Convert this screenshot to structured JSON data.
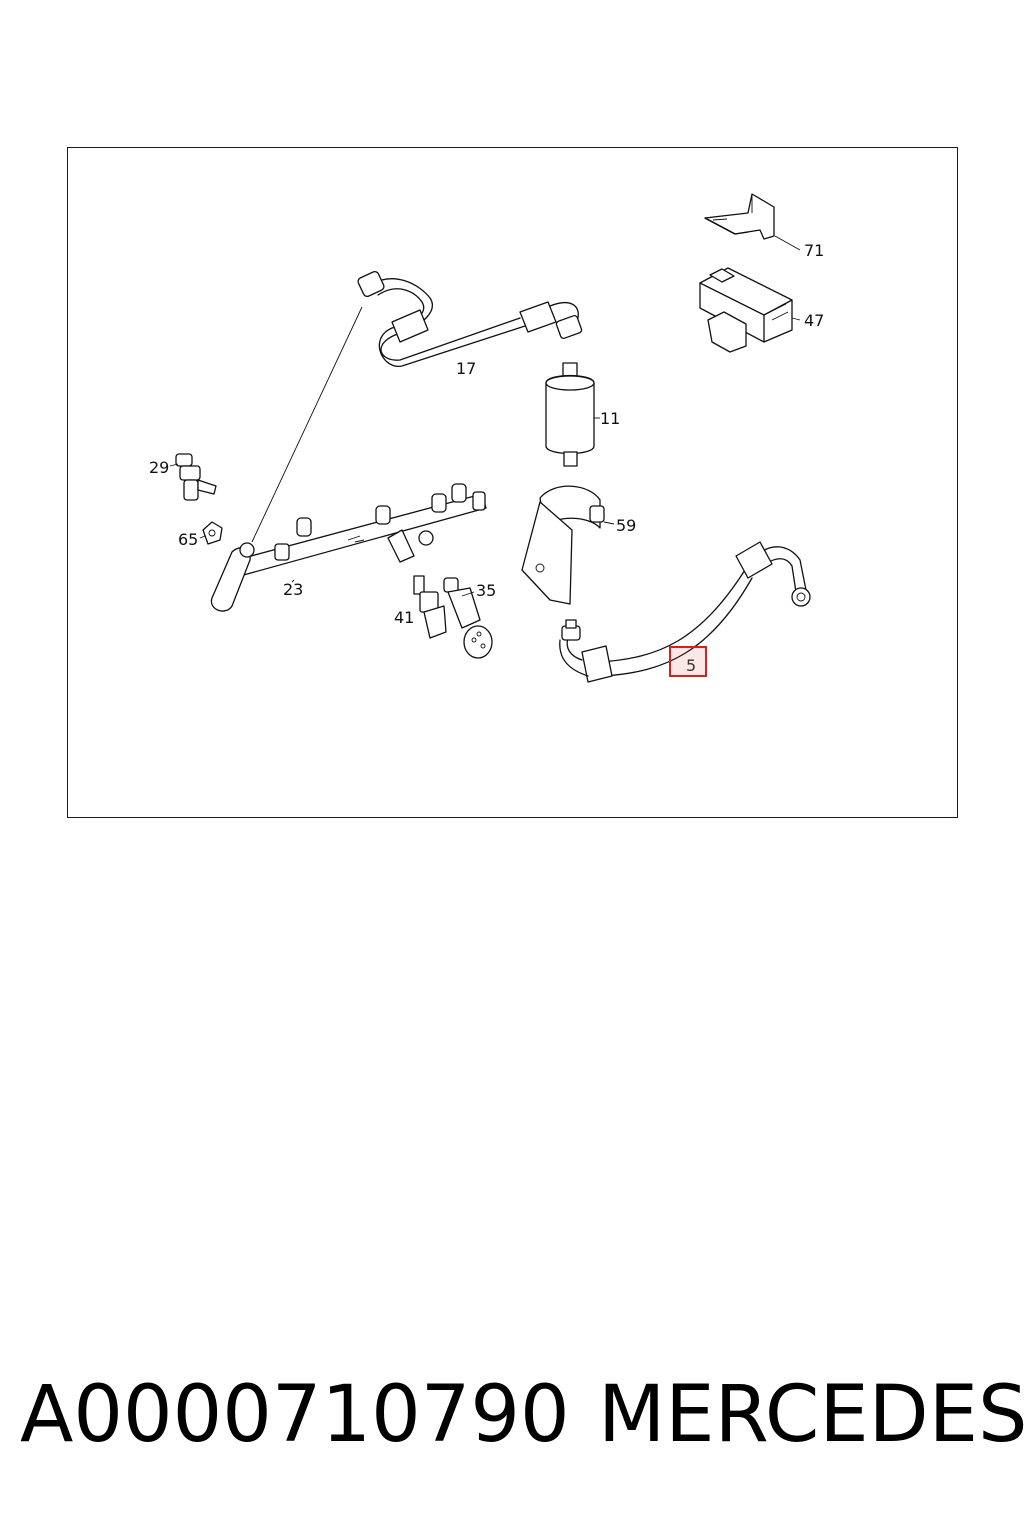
{
  "diagram": {
    "labels": {
      "p71": "71",
      "p47": "47",
      "p17": "17",
      "p11": "11",
      "p29": "29",
      "p65": "65",
      "p59": "59",
      "p23": "23",
      "p35": "35",
      "p41": "41",
      "p5": "5"
    },
    "highlighted_part": "5",
    "highlight_color": "#d61f1f"
  },
  "caption": {
    "part_number": "A0000710790",
    "brand": "MERCEDES"
  }
}
